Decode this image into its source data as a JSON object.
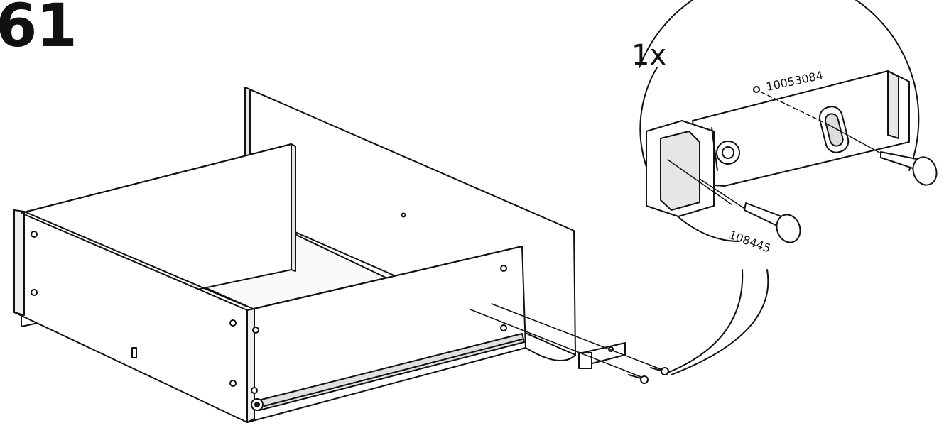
{
  "step": {
    "number": "61"
  },
  "detail": {
    "quantity": "1x",
    "part_bracket": "10053084",
    "part_screw": "108445"
  },
  "colors": {
    "ink": "#111111",
    "paper": "#ffffff"
  },
  "icons": [
    "drawer-box",
    "drawer-slide-bracket",
    "screw",
    "detail-callout-circle"
  ]
}
